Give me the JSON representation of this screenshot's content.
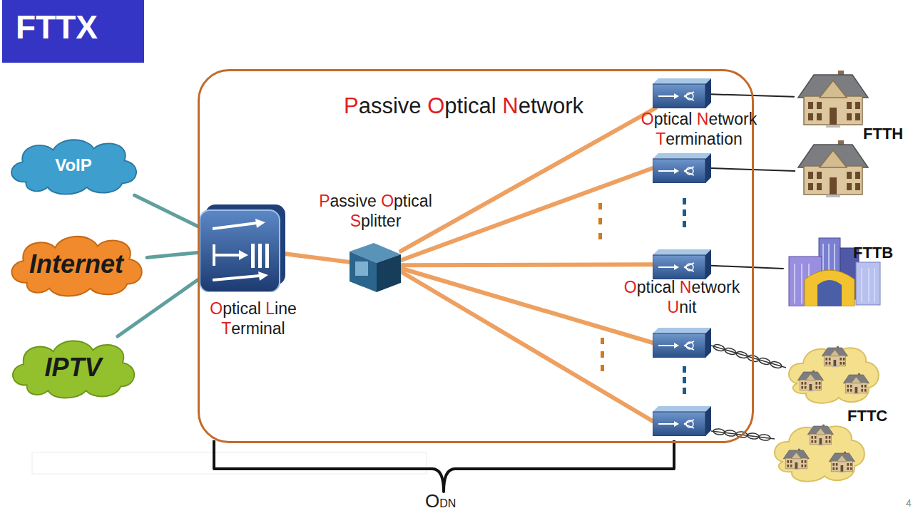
{
  "diagram": {
    "title": "FTTX",
    "nodes": [
      {
        "text": [
          "VoIP"
        ]
      },
      {
        "text": [
          "Internet"
        ]
      },
      {
        "text": [
          "IPTV"
        ]
      },
      {
        "text": [
          "Passive Optical Network"
        ]
      },
      {
        "text": [
          "Optical Line Terminal"
        ],
        "in": 3
      },
      {
        "text": [
          "Passive Optical Splitter"
        ],
        "in": 3
      },
      {
        "text": [
          "Optical Network Termination"
        ],
        "in": 3
      },
      {
        "text": [
          "Optical Network Unit"
        ],
        "in": 3
      },
      {
        "text": [
          "FTTH"
        ]
      },
      {
        "text": [
          "FTTB"
        ]
      },
      {
        "text": [
          "FTTC"
        ]
      }
    ],
    "edges": [
      {
        "from": 0,
        "to": 4,
        "arrow": "none"
      },
      {
        "from": 1,
        "to": 4,
        "arrow": "none"
      },
      {
        "from": 2,
        "to": 4,
        "arrow": "none"
      },
      {
        "from": 4,
        "to": 5,
        "arrow": "none"
      },
      {
        "from": 5,
        "to": 6,
        "arrow": "none"
      },
      {
        "from": 5,
        "to": 7,
        "arrow": "none"
      },
      {
        "from": 6,
        "to": 8,
        "arrow": "none"
      },
      {
        "from": 7,
        "to": 9,
        "arrow": "none"
      }
    ],
    "labels": [
      "ODN",
      "4"
    ]
  }
}
